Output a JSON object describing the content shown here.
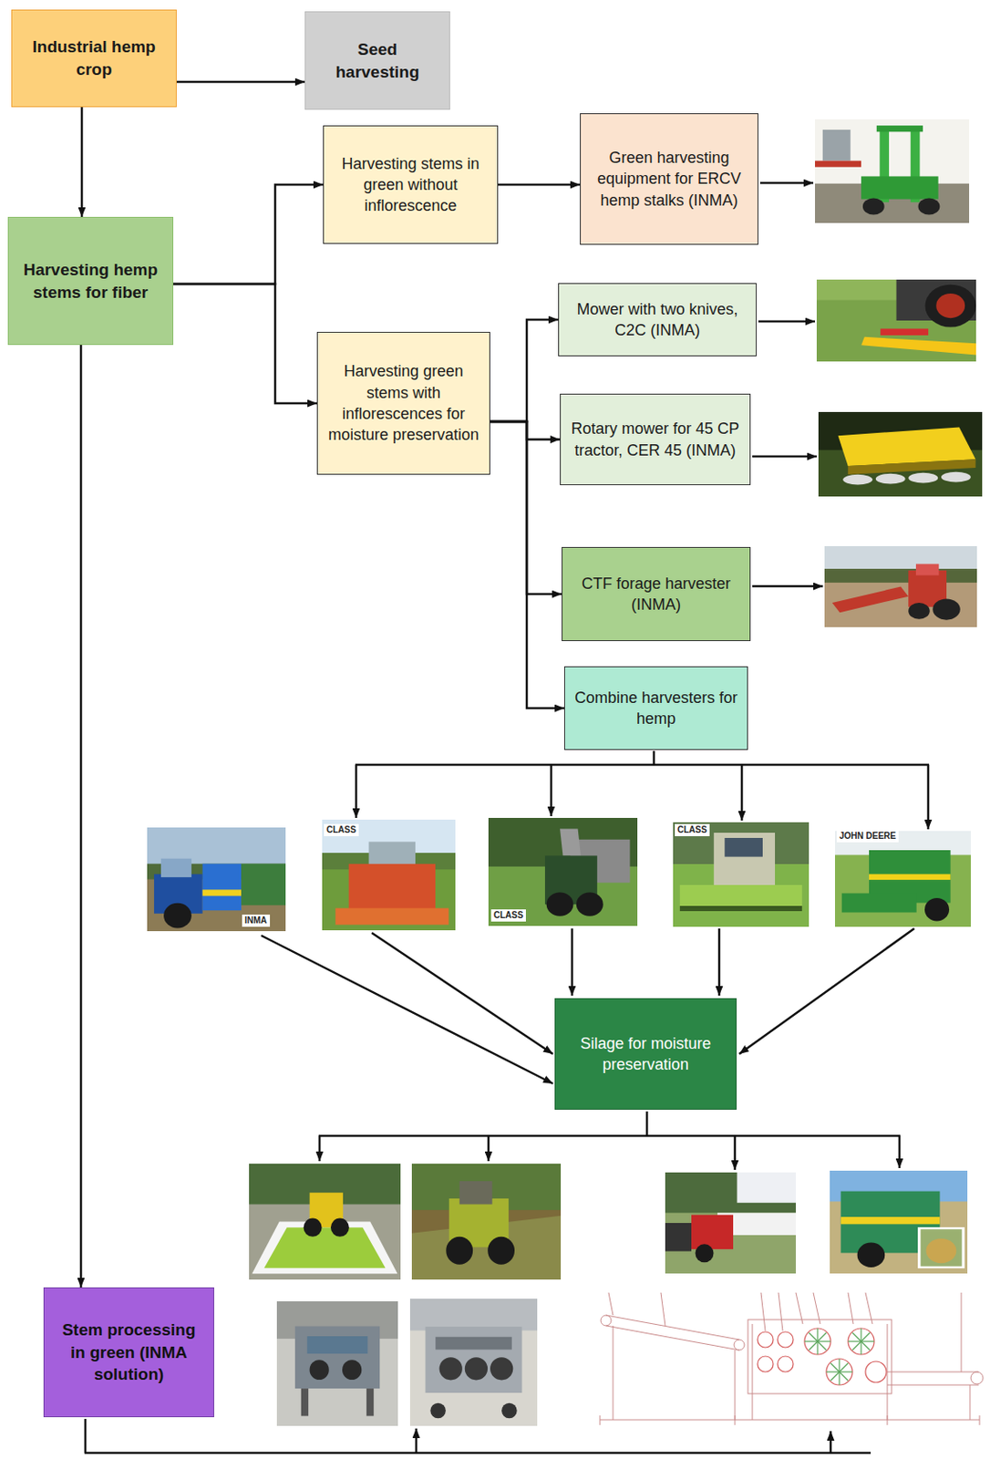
{
  "diagram": {
    "nodes": [
      {
        "text": [
          "Industrial hemp crop"
        ]
      },
      {
        "text": [
          "Seed harvesting"
        ]
      },
      {
        "text": [
          "Harvesting hemp stems for fiber"
        ]
      },
      {
        "text": [
          "Harvesting stems in green without inflorescence"
        ]
      },
      {
        "text": [
          "Green harvesting equipment for ERCV hemp stalks (INMA)"
        ]
      },
      {
        "text": [
          "Harvesting green stems with inflorescences for moisture preservation"
        ]
      },
      {
        "text": [
          "Mower with two knives, C2C (INMA)"
        ]
      },
      {
        "text": [
          "Rotary mower for 45 CP tractor, CER 45 (INMA)"
        ]
      },
      {
        "text": [
          "CTF forage harvester (INMA)"
        ]
      },
      {
        "text": [
          "Combine harvesters for hemp"
        ]
      },
      {
        "text": [
          "Silage for moisture preservation"
        ]
      },
      {
        "text": [
          "Stem processing in green (INMA solution)"
        ]
      }
    ],
    "edges": [
      {
        "from": 0,
        "to": 1,
        "arrow": "to"
      },
      {
        "from": 0,
        "to": 2,
        "arrow": "to"
      },
      {
        "from": 2,
        "to": 3,
        "arrow": "to"
      },
      {
        "from": 2,
        "to": 5,
        "arrow": "to"
      },
      {
        "from": 3,
        "to": 4,
        "arrow": "to"
      },
      {
        "from": 5,
        "to": 6,
        "arrow": "to"
      },
      {
        "from": 5,
        "to": 7,
        "arrow": "to"
      },
      {
        "from": 5,
        "to": 8,
        "arrow": "to"
      },
      {
        "from": 5,
        "to": 9,
        "arrow": "to"
      },
      {
        "from": 2,
        "to": 11,
        "arrow": "to"
      }
    ],
    "labels": [
      "INMA",
      "CLASS",
      "CLASS",
      "CLASS",
      "JOHN DEERE"
    ]
  }
}
